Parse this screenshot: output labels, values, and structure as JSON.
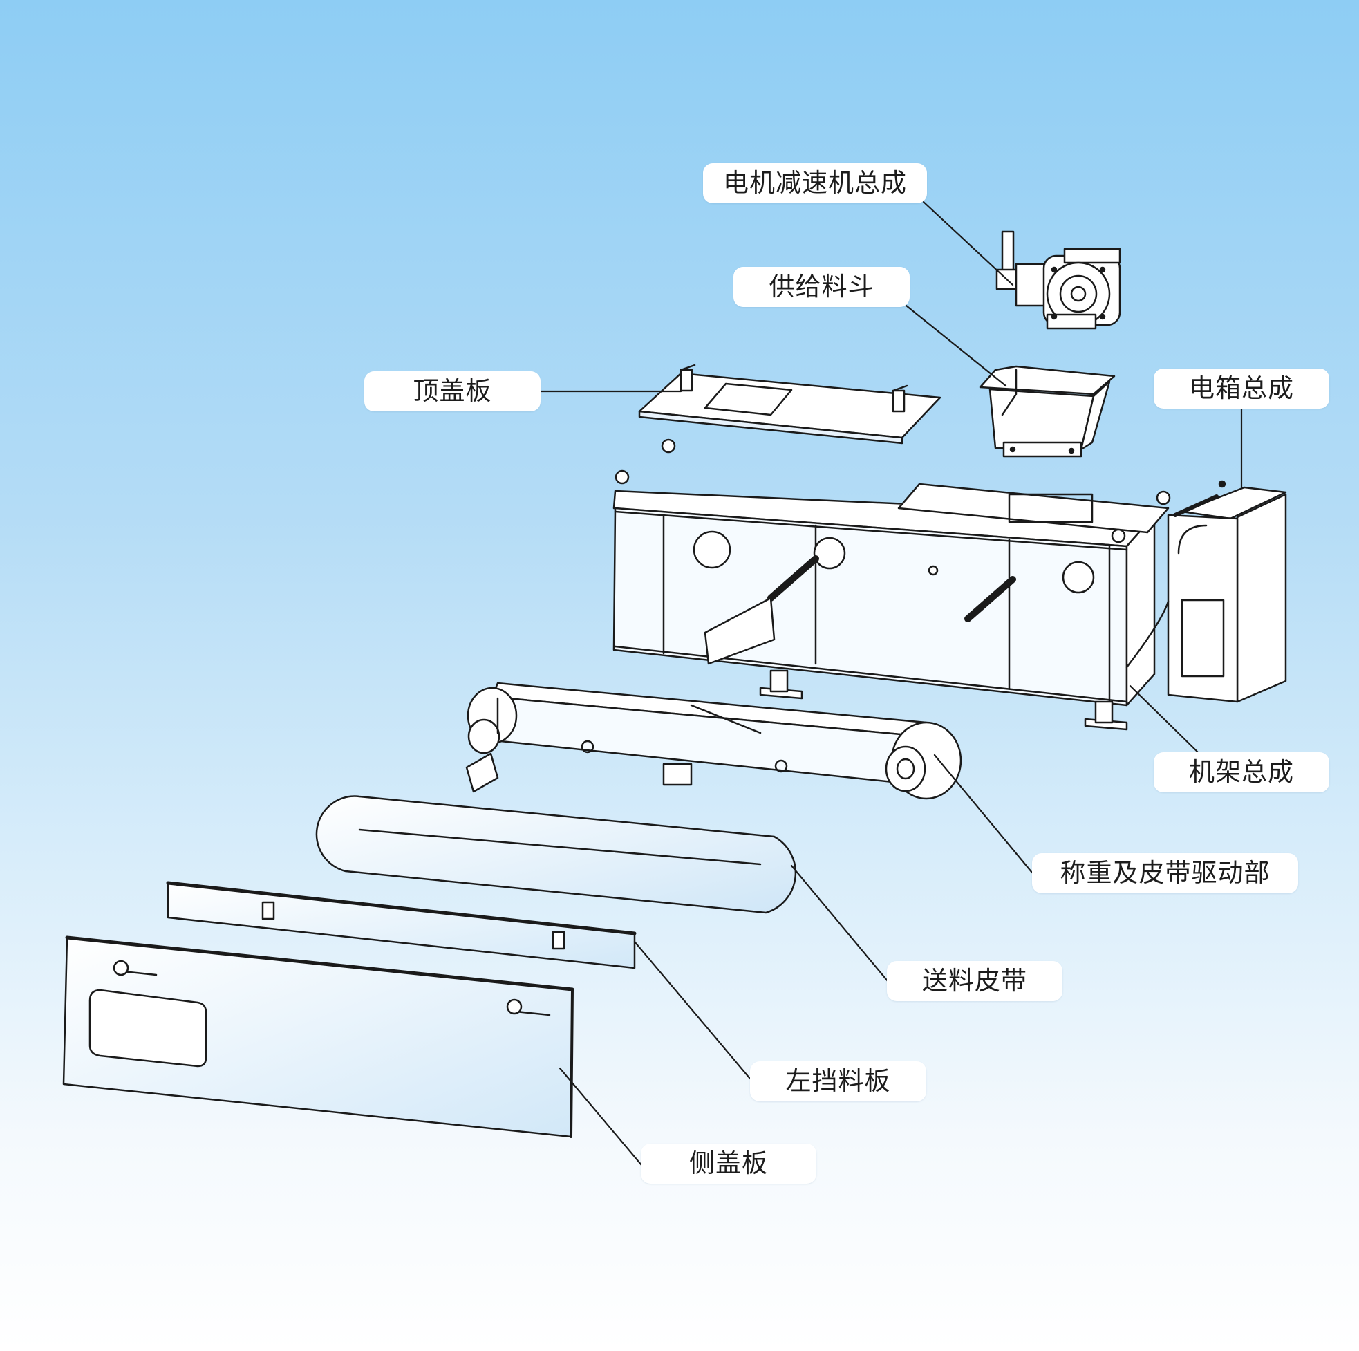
{
  "title": "",
  "parts": [
    {
      "id": "motor_reducer",
      "label": "电机减速机总成"
    },
    {
      "id": "hopper",
      "label": "供给料斗"
    },
    {
      "id": "top_cover",
      "label": "顶盖板"
    },
    {
      "id": "electric_box",
      "label": "电箱总成"
    },
    {
      "id": "frame",
      "label": "机架总成"
    },
    {
      "id": "weighing_drive",
      "label": "称重及皮带驱动部"
    },
    {
      "id": "belt",
      "label": "送料皮带"
    },
    {
      "id": "left_guard",
      "label": "左挡料板"
    },
    {
      "id": "side_cover",
      "label": "侧盖板"
    }
  ]
}
